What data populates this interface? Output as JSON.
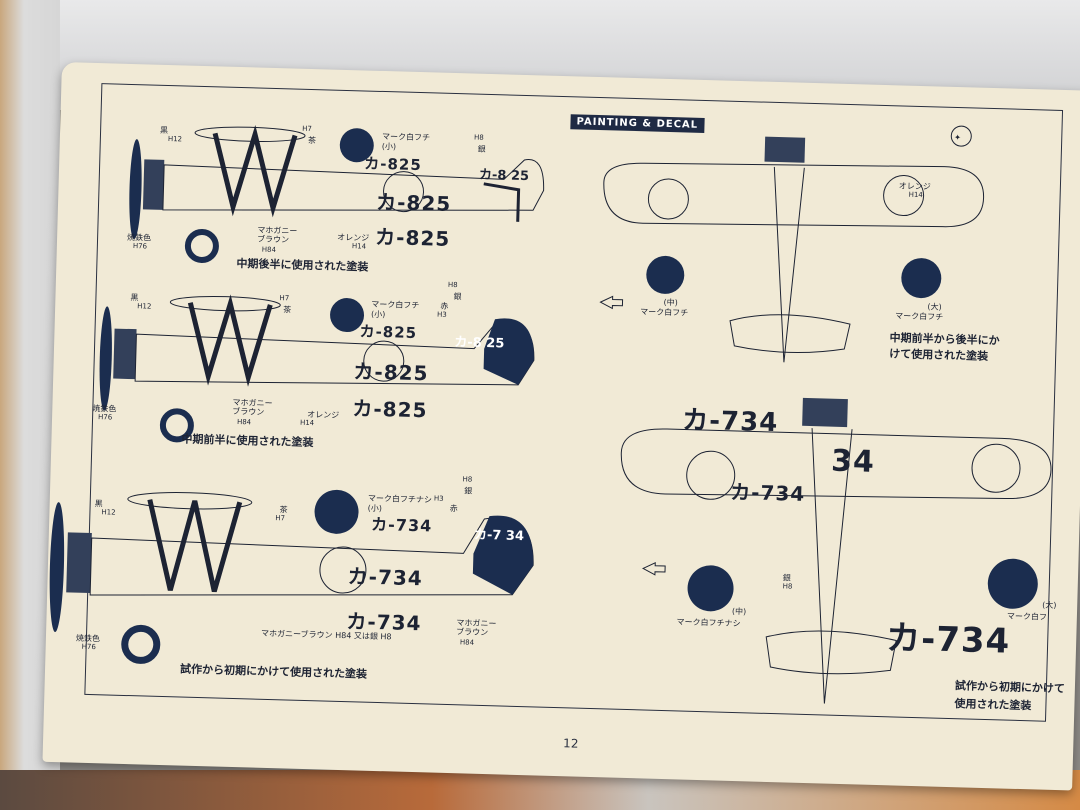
{
  "header": {
    "banner": "PAINTING & DECAL"
  },
  "page_number": "12",
  "colors": {
    "sheet": "#f1ead6",
    "ink": "#1d2333",
    "marking_blue": "#1b2d4f",
    "banner": "#1f2a44"
  },
  "side_views": [
    {
      "caption": "中期後半に使用された塗装",
      "code": "カ-825",
      "tail_code": "カ-8 25",
      "mark": "マーク白フチ",
      "mark_size": "(小)",
      "labels": {
        "black": "黒",
        "black_code": "H12",
        "brown": "茶",
        "brown_code": "H7",
        "burnt_iron": "焼鉄色",
        "burnt_iron_code": "H76",
        "mahogany": "マホガニー\nブラウン",
        "mahogany_code": "H84",
        "orange": "オレンジ",
        "orange_code": "H14",
        "silver": "銀",
        "silver_code": "H8"
      }
    },
    {
      "caption": "中期前半に使用された塗装",
      "code": "カ-825",
      "tail_code": "カ-8 25",
      "mark": "マーク白フチ",
      "mark_size": "(小)",
      "labels": {
        "black": "黒",
        "black_code": "H12",
        "brown": "茶",
        "brown_code": "H7",
        "burnt_iron": "焼鉄色",
        "burnt_iron_code": "H76",
        "mahogany": "マホガニー\nブラウン",
        "mahogany_code": "H84",
        "orange": "オレンジ",
        "orange_code": "H14",
        "silver": "銀",
        "silver_code": "H8",
        "red": "赤",
        "red_code": "H3"
      }
    },
    {
      "caption": "試作から初期にかけて使用された塗装",
      "code": "カ-734",
      "tail_code": "カ-7 34",
      "mark": "マーク白フチナシ",
      "mark_size": "(小)",
      "labels": {
        "black": "黒",
        "black_code": "H12",
        "brown": "茶",
        "brown_code": "H7",
        "burnt_iron": "焼鉄色",
        "burnt_iron_code": "H76",
        "mahogany": "マホガニー\nブラウン",
        "mahogany_code": "H84",
        "silver": "銀",
        "silver_code": "H8",
        "red": "赤",
        "red_code": "H3",
        "or_silver": "マホガニーブラウン H84 又は銀 H8"
      }
    }
  ],
  "top_views": [
    {
      "caption": "中期前半から後半にかけて使用された塗装",
      "labels": {
        "orange": "オレンジ",
        "orange_code": "H14",
        "mark_mid": "マーク白フチ",
        "mark_mid_size": "(中)",
        "mark_large": "マーク白フチ",
        "mark_large_size": "(大)"
      }
    },
    {
      "caption": "試作から初期にかけて使用された塗装",
      "code_large": "カ-734",
      "code_wing": "カ-734",
      "code_top": "カ-734",
      "code_partial": "34",
      "labels": {
        "silver": "銀",
        "silver_code": "H8",
        "mark_mid": "マーク白フチナシ",
        "mark_mid_size": "(中)",
        "mark_large": "マーク白フ",
        "mark_large_size": "(大)"
      }
    }
  ]
}
